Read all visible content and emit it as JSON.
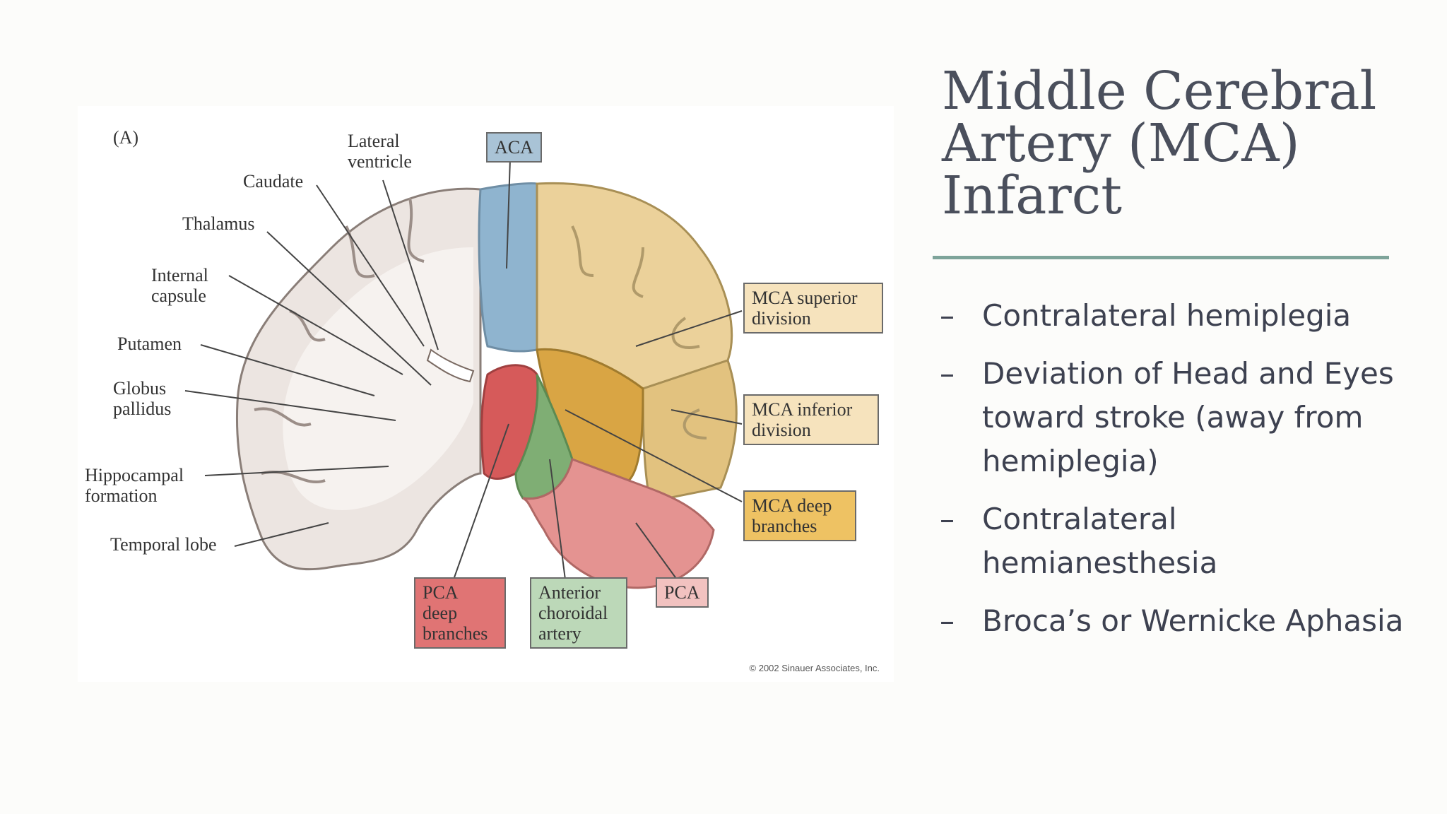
{
  "slide": {
    "title": "Middle Cerebral Artery (MCA) Infarct",
    "bullets": [
      {
        "dash": "–",
        "text": "Contralateral hemiplegia"
      },
      {
        "dash": "–",
        "text": "Deviation of Head and Eyes toward stroke (away from hemiplegia)"
      },
      {
        "dash": "–",
        "text": "Contralateral hemianesthesia"
      },
      {
        "dash": "–",
        "text": " Broca’s  or Wernicke Aphasia"
      }
    ],
    "rule_color": "#7ea49a"
  },
  "figure": {
    "panel_label": "(A)",
    "labels": {
      "lateral_ventricle": "Lateral\nventricle",
      "caudate": "Caudate",
      "thalamus": "Thalamus",
      "internal_capsule": "Internal\ncapsule",
      "putamen": "Putamen",
      "globus_pallidus": "Globus\npallidus",
      "hippocampal_formation": "Hippocampal\nformation",
      "temporal_lobe": "Temporal lobe"
    },
    "boxes": {
      "aca": "ACA",
      "mca_superior": "MCA superior\ndivision",
      "mca_inferior": "MCA inferior\ndivision",
      "mca_deep": "MCA deep\nbranches",
      "pca_deep": "PCA\ndeep\nbranches",
      "anterior_choroidal": "Anterior\nchoroidal\nartery",
      "pca": "PCA"
    },
    "colors": {
      "aca": "#a9c3d6",
      "mca_superior": "#f6e3bd",
      "mca_inferior": "#f6e3bd",
      "mca_deep": "#eec263",
      "pca_deep": "#e07474",
      "anterior_choroidal": "#bcd8b8",
      "pca": "#f2c2c0"
    },
    "credit": "© 2002 Sinauer Associates, Inc."
  }
}
